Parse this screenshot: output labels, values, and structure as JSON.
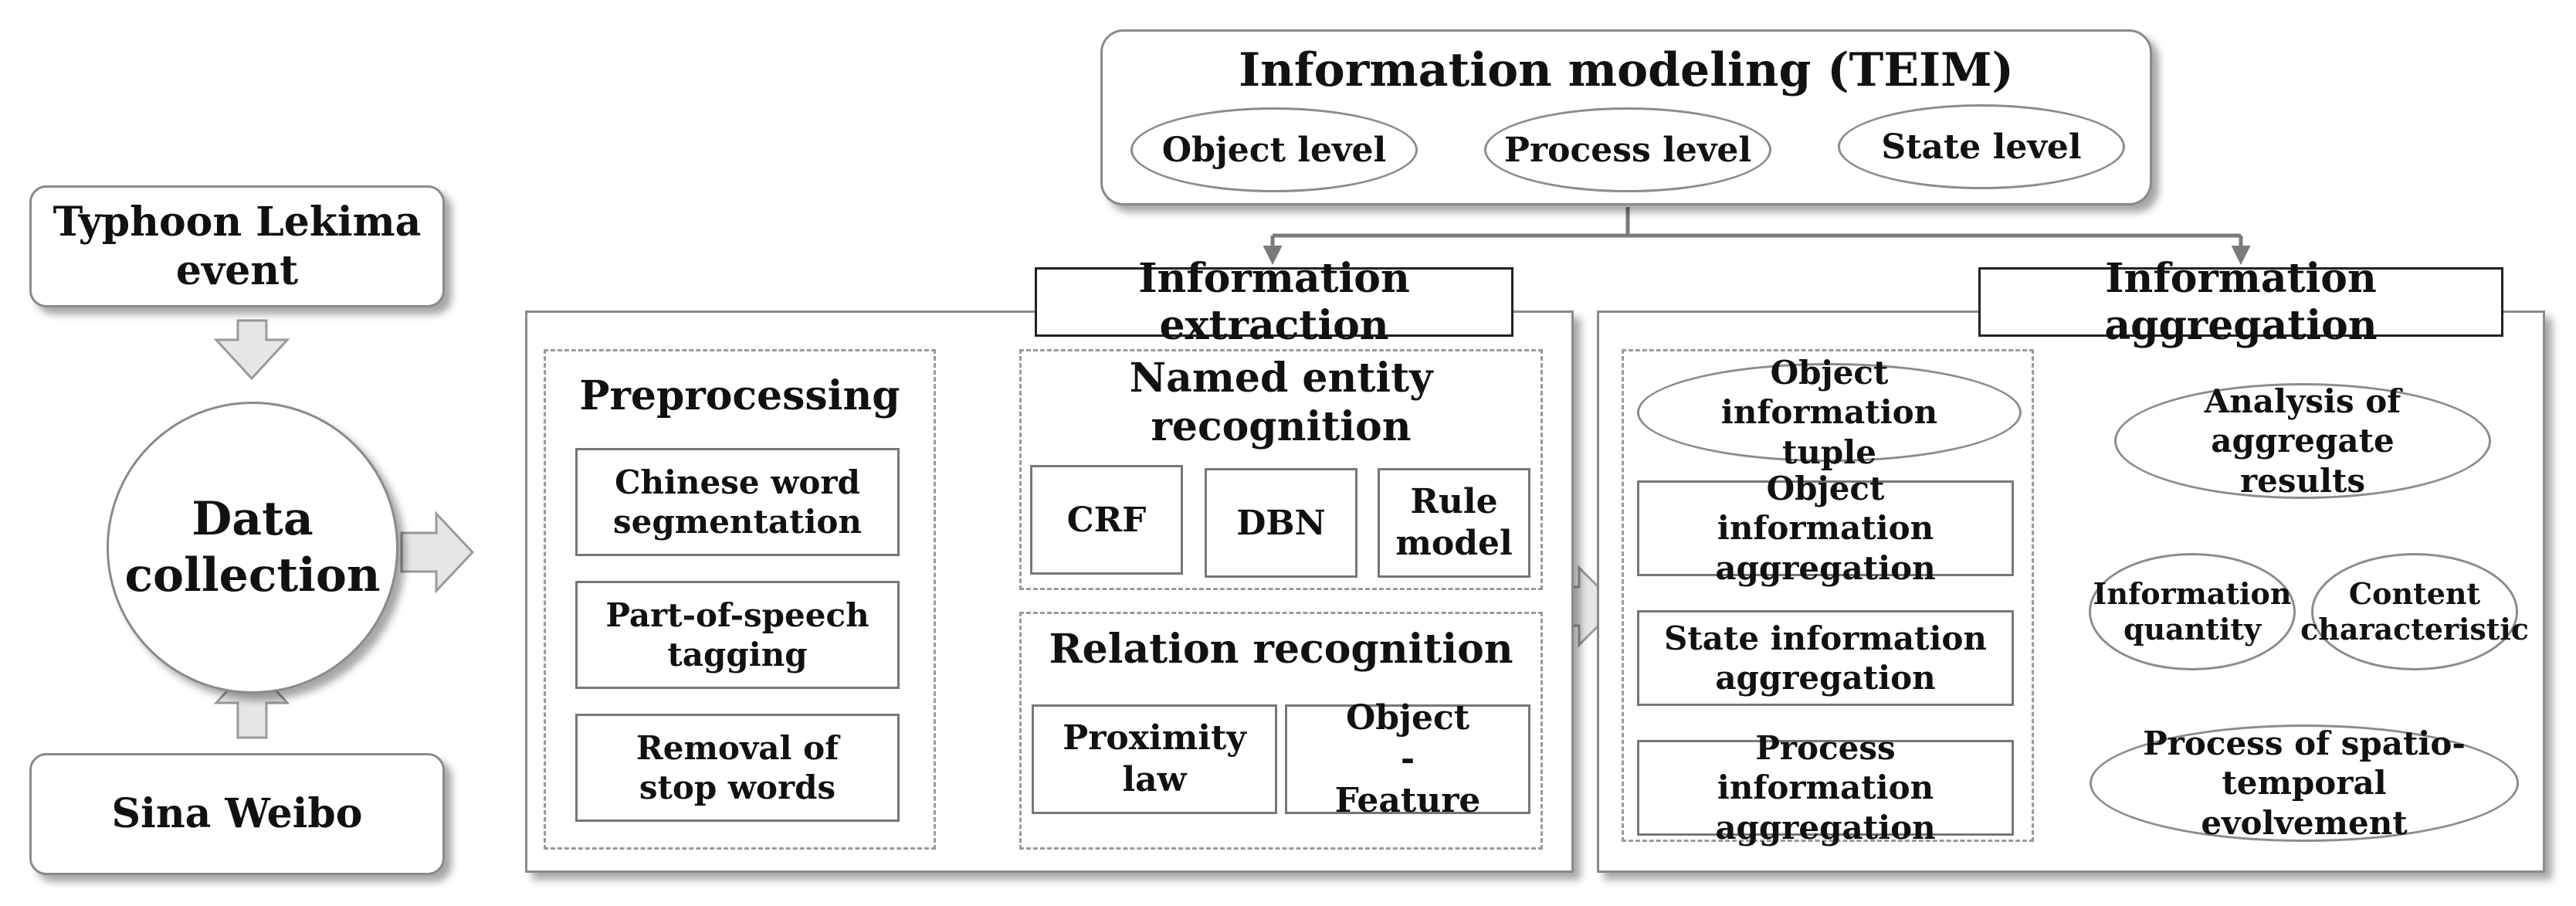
{
  "inputs": {
    "event": "Typhoon Lekima event",
    "source": "Sina Weibo",
    "collection": "Data collection"
  },
  "modeling": {
    "title": "Information modeling (TEIM)",
    "levels": [
      "Object level",
      "Process level",
      "State level"
    ]
  },
  "extraction": {
    "title": "Information extraction",
    "preprocessing": {
      "title": "Preprocessing",
      "steps": [
        "Chinese word segmentation",
        "Part-of-speech tagging",
        "Removal of stop words"
      ]
    },
    "ner": {
      "title": "Named entity recognition",
      "methods": [
        "CRF",
        "DBN",
        "Rule model"
      ]
    },
    "relation": {
      "title": "Relation recognition",
      "methods": [
        "Proximity law",
        "Object - Feature"
      ]
    }
  },
  "aggregation": {
    "title": "Information aggregation",
    "steps": [
      "Object information tuple",
      "Object information aggregation",
      "State information aggregation",
      "Process information aggregation"
    ],
    "analysis": {
      "title": "Analysis of aggregate results",
      "branches": [
        "Information quantity",
        "Content characteristic"
      ],
      "result": "Process of spatio-temporal evolvement"
    }
  },
  "colors": {
    "stroke": "#8a8a8a",
    "connector": "#7a7a7a",
    "block_arrow_fill": "#e6e6e6"
  }
}
